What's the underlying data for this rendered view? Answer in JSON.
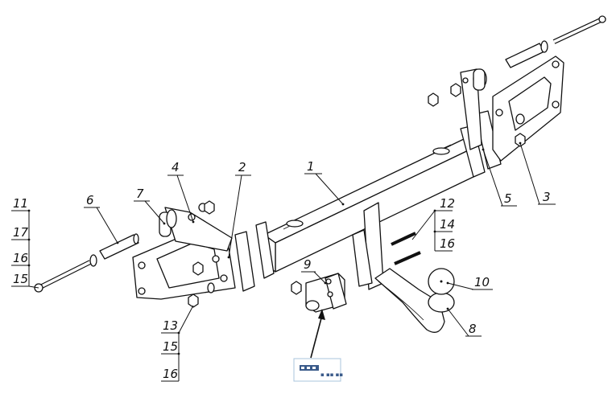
{
  "labels": {
    "l1": "1",
    "l2": "2",
    "l3": "3",
    "l4": "4",
    "l5": "5",
    "l6": "6",
    "l7": "7",
    "l8": "8",
    "l9": "9",
    "l10": "10",
    "l11": "11",
    "l12": "12",
    "l13": "13",
    "l14": "14",
    "l15a": "15",
    "l15b": "15",
    "l16a": "16",
    "l16b": "16",
    "l16c": "16",
    "l17": "17"
  },
  "inset": {
    "caption": "▪ ▪▪ ▪▪"
  },
  "colors": {
    "ink": "#111111",
    "callout_box": "#a8c4de"
  }
}
